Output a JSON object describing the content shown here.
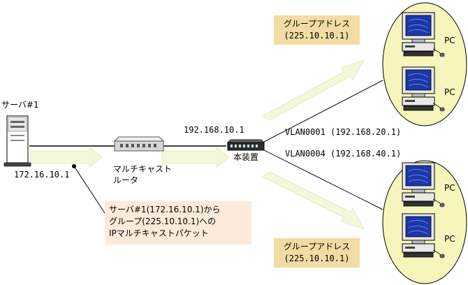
{
  "server": {
    "name": "サーバ#1",
    "ip": "172.16.10.1"
  },
  "router": {
    "name_line1": "マルチキャスト",
    "name_line2": "ルータ",
    "ip": "192.168.10.1"
  },
  "device": {
    "name": "本装置"
  },
  "vlans": [
    {
      "label": "VLAN0001 (192.168.20.1)"
    },
    {
      "label": "VLAN0004 (192.168.40.1)"
    }
  ],
  "group_top": {
    "line1": "グループアドレス",
    "line2": "(225.10.10.1)"
  },
  "group_bottom": {
    "line1": "グループアドレス",
    "line2": "(225.10.10.1)"
  },
  "note": {
    "line1": "サーバ#1(172.16.10.1)から",
    "line2": "グループ(225.10.10.1)への",
    "line3": "IPマルチキャストパケット"
  },
  "pcs": [
    {
      "label": "PC"
    },
    {
      "label": "PC"
    },
    {
      "label": "PC"
    },
    {
      "label": "PC"
    }
  ],
  "colors": {
    "arrow_fill": "#f4f7da",
    "group_bg": "#f2dca3",
    "note_bg": "#fdeadb",
    "ellipse": "#f7f4bc"
  }
}
